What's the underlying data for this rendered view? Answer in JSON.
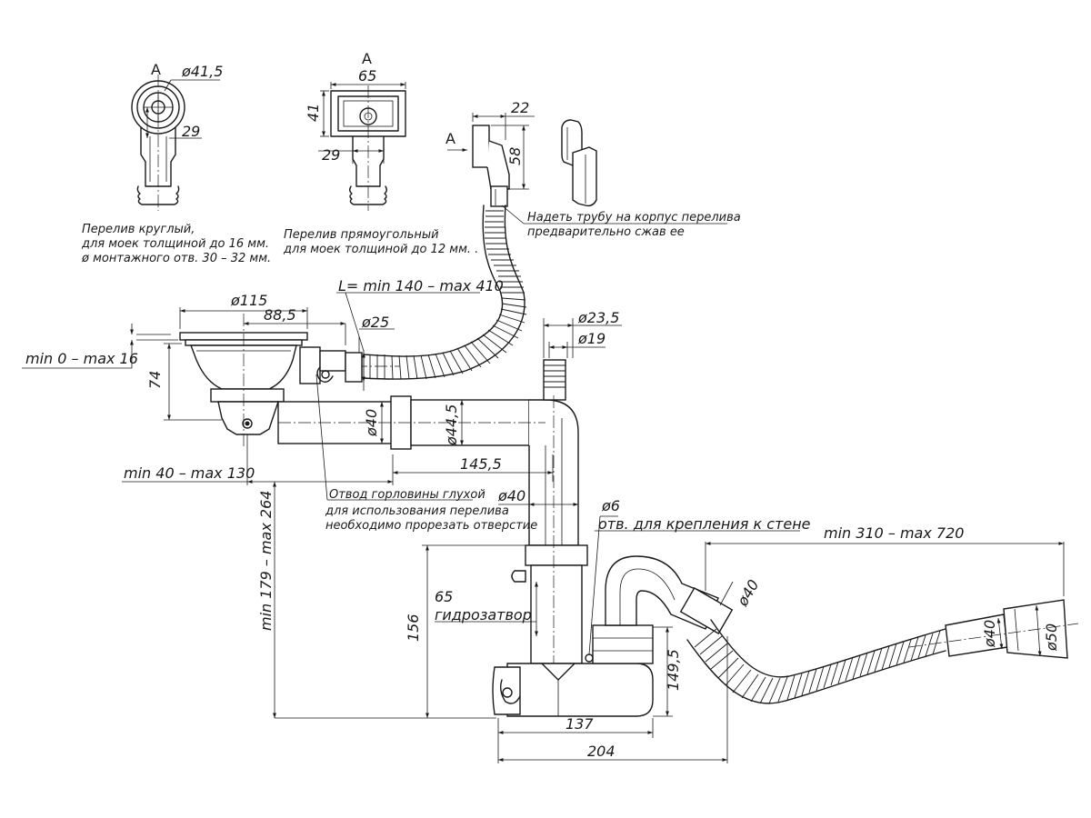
{
  "view_marker": "A",
  "overflow_round": {
    "dim_dia": "ø41,5",
    "dim_height": "29",
    "caption_lines": [
      "Перелив круглый,",
      "для моек толщиной до 16 мм.",
      "ø монтажного отв. 30 – 32 мм."
    ]
  },
  "overflow_rect": {
    "dim_width": "65",
    "dim_height": "41",
    "dim_neck": "29",
    "caption_lines": [
      "Перелив прямоугольный",
      "для моек толщиной до 12 мм. ."
    ]
  },
  "overflow_top": {
    "dim_width": "22",
    "dim_height": "58",
    "note_lines": [
      "Надеть трубу на корпус перелива",
      "предварительно сжав ее"
    ]
  },
  "overflow_hose": {
    "length_label": "L= min 140 – max 410"
  },
  "sink_drain": {
    "dim_flange": "ø115",
    "dim_bowl": "88,5",
    "dim_pipe": "ø25",
    "dim_height": "74",
    "dim_thickness": "min 0 – max 16",
    "dim_outlet": "ø40"
  },
  "horizontal_pipe": {
    "dim_dia": "ø44,5",
    "dim_length": "145,5",
    "dim_extension": "min 40 – max 130"
  },
  "side_outlet": {
    "note_lines": [
      "Отвод горловины глухой",
      "для использования перелива",
      "необходимо прорезать отверстие"
    ]
  },
  "appliance_branch": {
    "dim_outer": "ø23,5",
    "dim_inner": "ø19"
  },
  "vertical_pipe": {
    "dim_dia": "ø40",
    "dim_total_height": "min 179 – max 264"
  },
  "trap": {
    "dim_hole": "ø6",
    "hole_note": "отв. для крепления к стене",
    "dim_seal": "65",
    "seal_label": "гидрозатвор",
    "dim_height": "156",
    "dim_outlet_height": "149,5",
    "dim_base": "137",
    "dim_total_width": "204",
    "dim_elbow": "ø40"
  },
  "corrugated_hose": {
    "length_label": "min 310 – max 720",
    "dim_inner": "ø40",
    "dim_outer": "ø50"
  }
}
